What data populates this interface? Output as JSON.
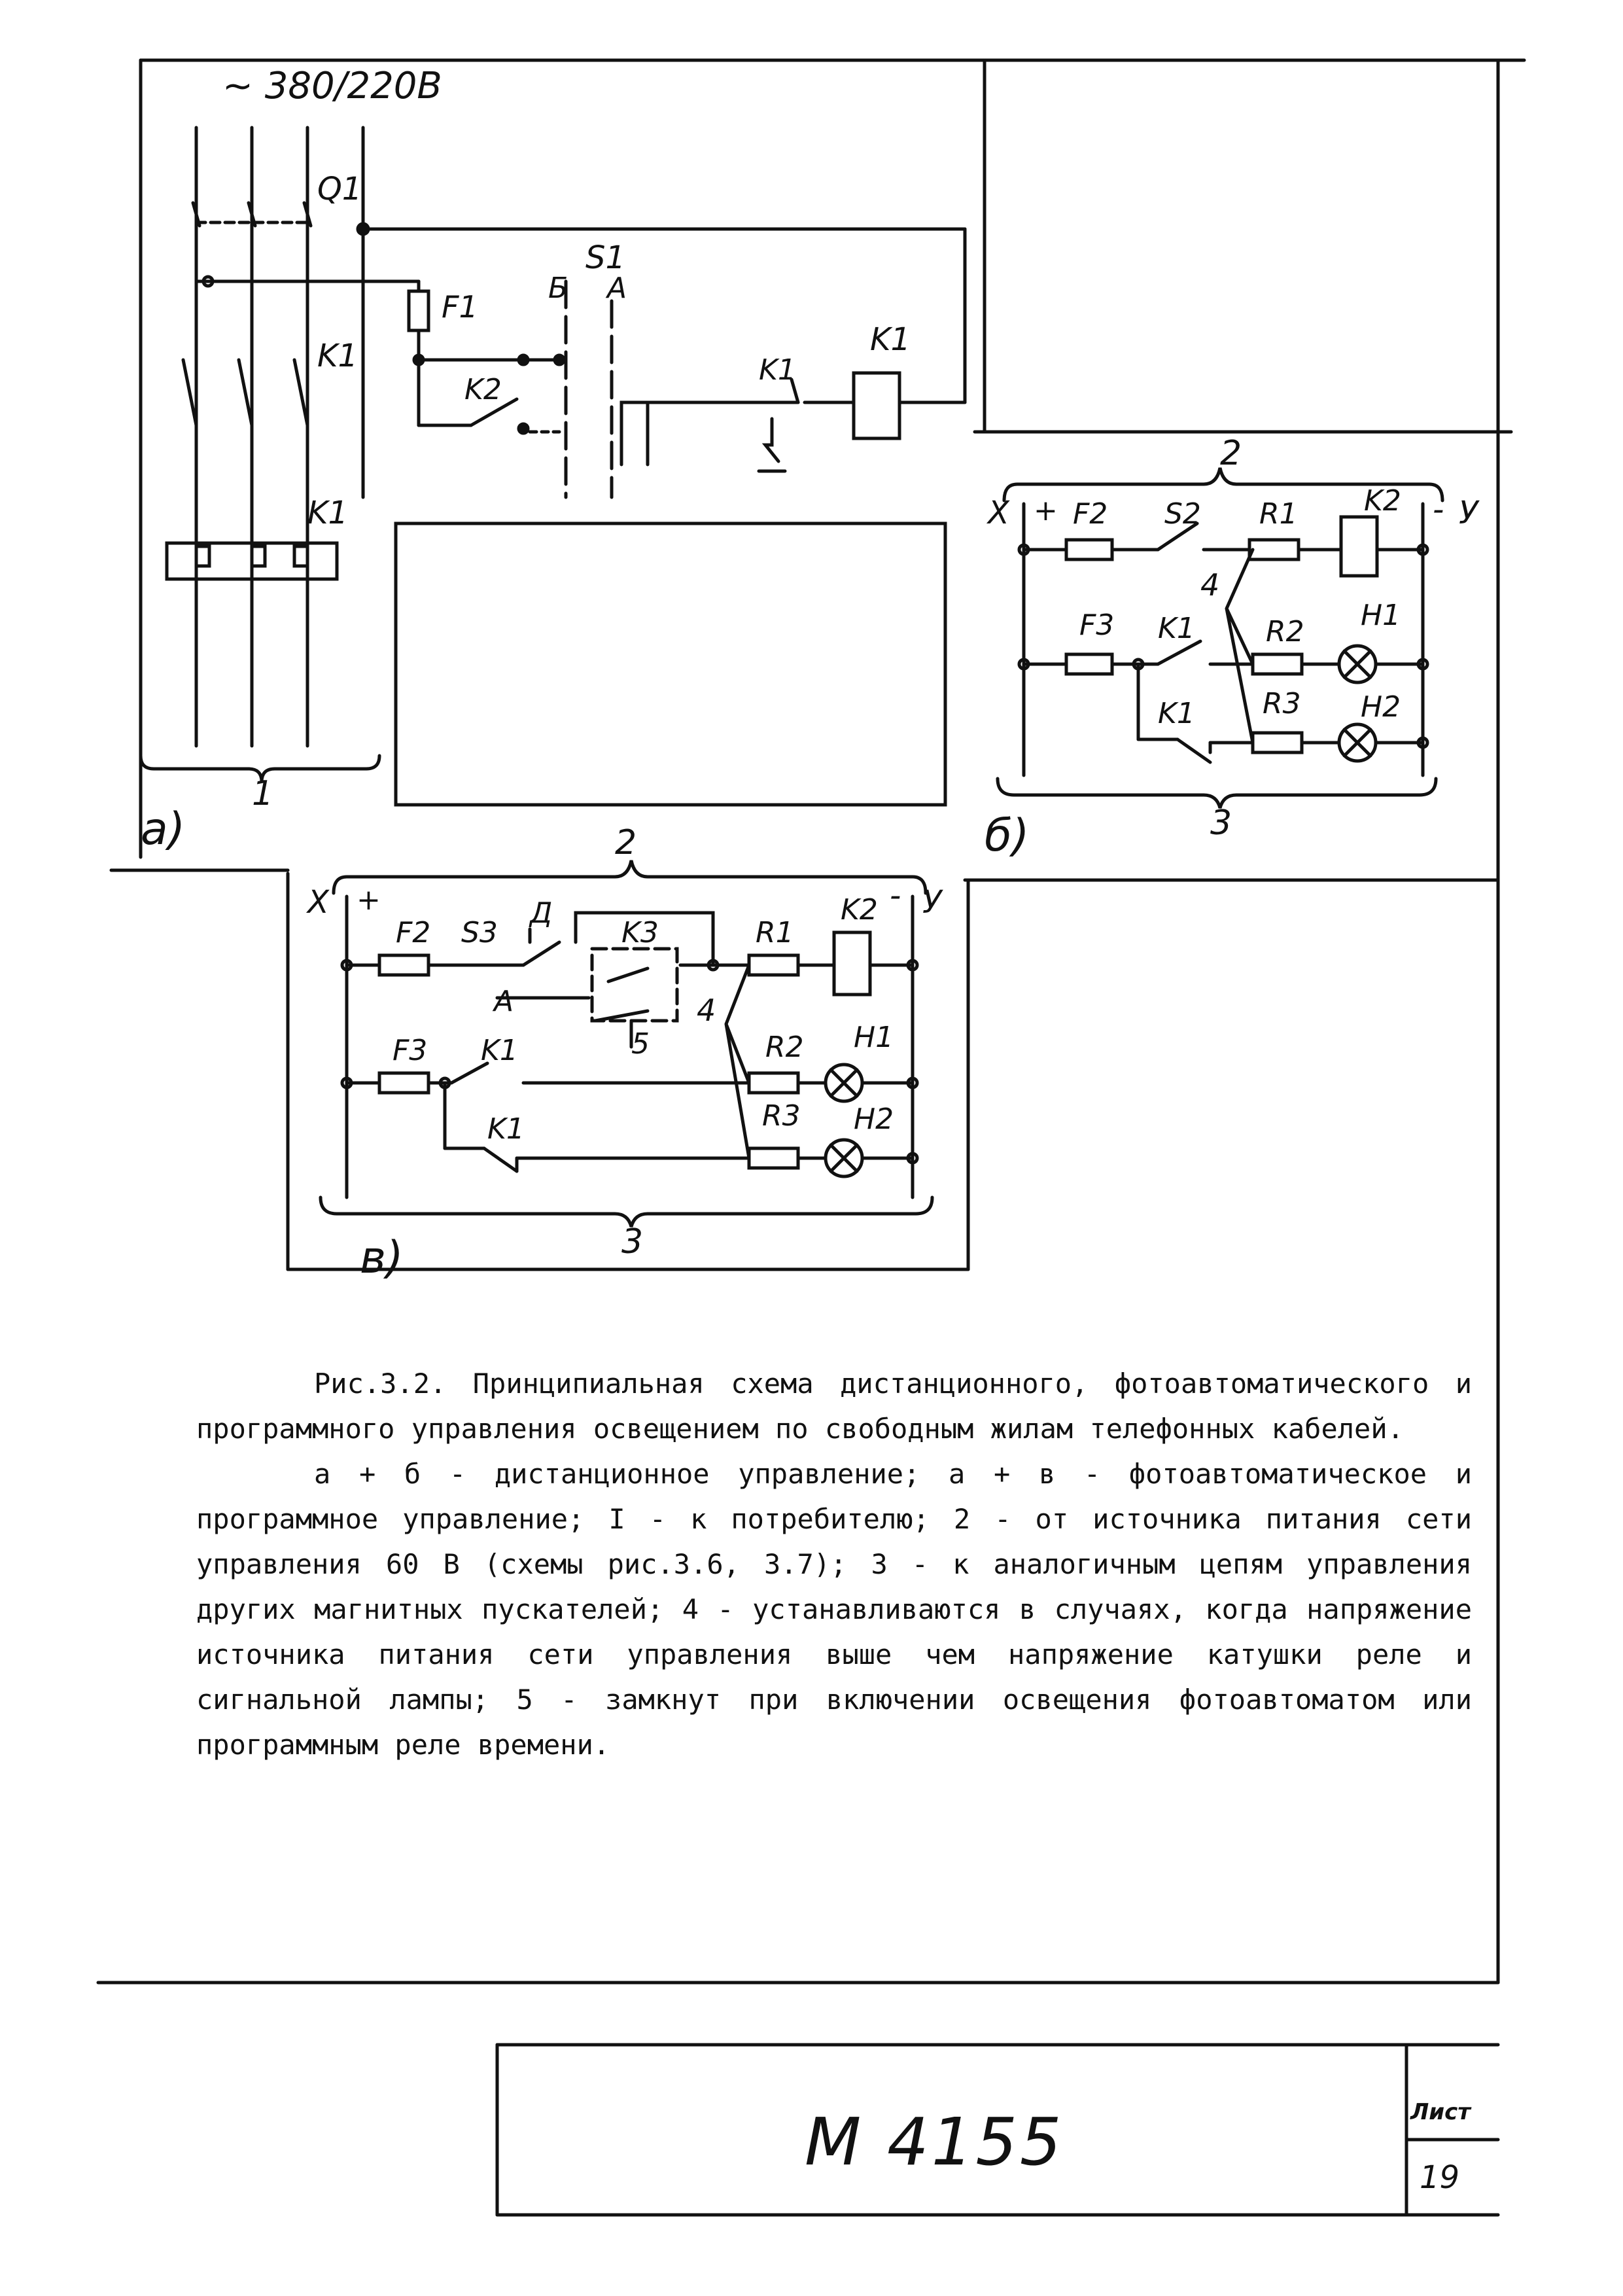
{
  "diagram": {
    "supply": "~ 380/220В",
    "labels": {
      "q1": "Q1",
      "k1_contacts": "K1",
      "k1_thermal": "K1",
      "part_1": "1",
      "panel_a": "а)",
      "s1": "S1",
      "pos_b": "Б",
      "pos_a": "А",
      "f1": "F1",
      "k2_contact": "K2",
      "k1_aux": "K1",
      "k1_coil": "K1"
    },
    "circuit_b": {
      "part_2": "2",
      "x": "X",
      "plus": "+",
      "minus": "-",
      "y": "У",
      "f2": "F2",
      "s2": "S2",
      "r1": "R1",
      "k2": "K2",
      "part_4": "4",
      "f3": "F3",
      "k1_a": "K1",
      "r2": "R2",
      "h1": "H1",
      "k1_b": "K1",
      "r3": "R3",
      "h2": "H2",
      "part_3": "3",
      "panel": "б)"
    },
    "circuit_c": {
      "part_2": "2",
      "x": "X",
      "plus": "+",
      "minus": "-",
      "y": "У",
      "f2": "F2",
      "s3": "S3",
      "pos_d": "Д",
      "pos_a": "А",
      "k3": "K3",
      "part_5": "5",
      "part_4": "4",
      "r1": "R1",
      "k2": "K2",
      "f3": "F3",
      "k1_a": "K1",
      "r2": "R2",
      "h1": "H1",
      "k1_b": "K1",
      "r3": "R3",
      "h2": "H2",
      "part_3": "3",
      "panel": "в)"
    }
  },
  "caption": {
    "title": "Рис.3.2. Принципиальная схема дистанционного, фотоавтоматического и программного управления освещением по свободным жилам телефонных кабелей.",
    "notes": "а + б - дистанционное управление; а + в - фотоавтоматическое и программное управление; I - к потребителю; 2 - от источника питания сети управления 60 В (схемы рис.3.6, 3.7); 3 - к аналогичным цепям управления других магнитных пускателей; 4 - устанавливаются в случаях, когда напряжение источника питания сети управления выше чем напряжение катушки реле и сигнальной лампы; 5 - замкнут при включении освещения фотоавтоматом или программным реле времени."
  },
  "stamp": {
    "code": "М 4155",
    "sheet_label": "Лист",
    "sheet_number": "19"
  }
}
